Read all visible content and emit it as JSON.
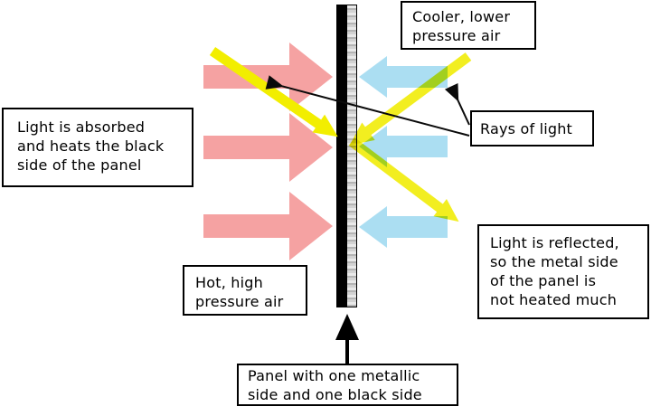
{
  "diagram": {
    "boxes": {
      "absorbed": {
        "lines": [
          "Light is absorbed",
          "and heats the black",
          "side of the panel"
        ]
      },
      "cooler": {
        "lines": [
          "Cooler, lower",
          "pressure air"
        ]
      },
      "rays": {
        "lines": [
          "Rays of light"
        ]
      },
      "reflected": {
        "lines": [
          "Light is reflected,",
          "so the metal side",
          "of the panel is",
          "not heated much"
        ]
      },
      "hot": {
        "lines": [
          "Hot, high",
          "pressure air"
        ]
      },
      "panel": {
        "lines": [
          "Panel with one metallic",
          "side and one black side"
        ]
      }
    },
    "colors": {
      "hot_air": "#f5a2a2",
      "cool_air": "#abdef2",
      "light_ray": "#f2ee00",
      "light_ray_blend": "#f2ee20",
      "panel_black": "#000000",
      "panel_metal": "#c6c6c6"
    }
  }
}
